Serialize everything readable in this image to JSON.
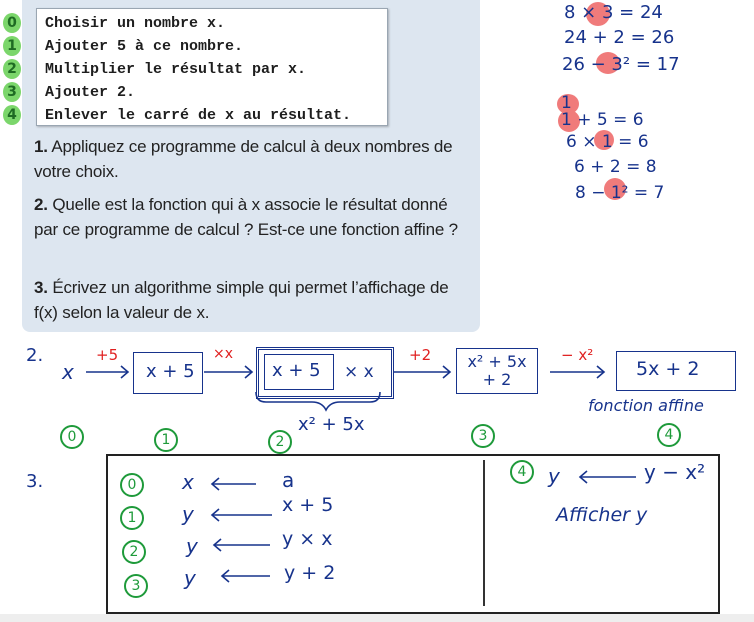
{
  "program": {
    "step_markers": [
      "0",
      "1",
      "2",
      "3",
      "4"
    ],
    "lines": [
      "Choisir un nombre x.",
      "Ajouter 5 à ce nombre.",
      "Multiplier le résultat par x.",
      "Ajouter 2.",
      "Enlever le carré de x au résultat."
    ]
  },
  "questions": [
    {
      "num": "1.",
      "text": "Appliquez ce programme de calcul à deux nombres de votre choix."
    },
    {
      "num": "2.",
      "text": "Quelle est la fonction qui à x associe le résultat donné par ce programme de calcul ? Est-ce une fonction affine ?"
    },
    {
      "num": "3.",
      "text": "Écrivez un algorithme simple qui permet l’affichage de f(x) selon la valeur de x."
    }
  ],
  "calc_example_1": [
    "8 × 3 = 24",
    "24 + 2 = 26",
    "26 − 3² = 17"
  ],
  "calc_example_2": [
    "1",
    "1 + 5 = 6",
    "6 × 1 = 6",
    "6 + 2 = 8",
    "8 − 1² = 7"
  ],
  "part2": {
    "label": "2.",
    "start": "x",
    "arrows": [
      "+5",
      "×x",
      "+2",
      "− x²"
    ],
    "boxes": [
      "x + 5",
      "x + 5",
      "x² + 5x + 2",
      "5x + 2"
    ],
    "times_x": "× x",
    "brace_result": "x² + 5x",
    "note": "fonction affine",
    "step_circles": [
      "0",
      "1",
      "2",
      "3",
      "4"
    ]
  },
  "part3": {
    "label": "3.",
    "left_rows": [
      {
        "step": "0",
        "var": "x",
        "expr": "a"
      },
      {
        "step": "1",
        "var": "y",
        "expr": "x + 5"
      },
      {
        "step": "2",
        "var": "y",
        "expr": "y × x"
      },
      {
        "step": "3",
        "var": "y",
        "expr": "y + 2"
      }
    ],
    "right_rows": [
      {
        "step": "4",
        "var": "y",
        "expr": "y − x²"
      }
    ],
    "display": "Afficher y"
  },
  "colors": {
    "panel": "#dde6f0",
    "ink_blue": "#17338c",
    "ink_red": "#e02020",
    "ink_green": "#1e9a3a",
    "highlight": "#f07b7b"
  }
}
